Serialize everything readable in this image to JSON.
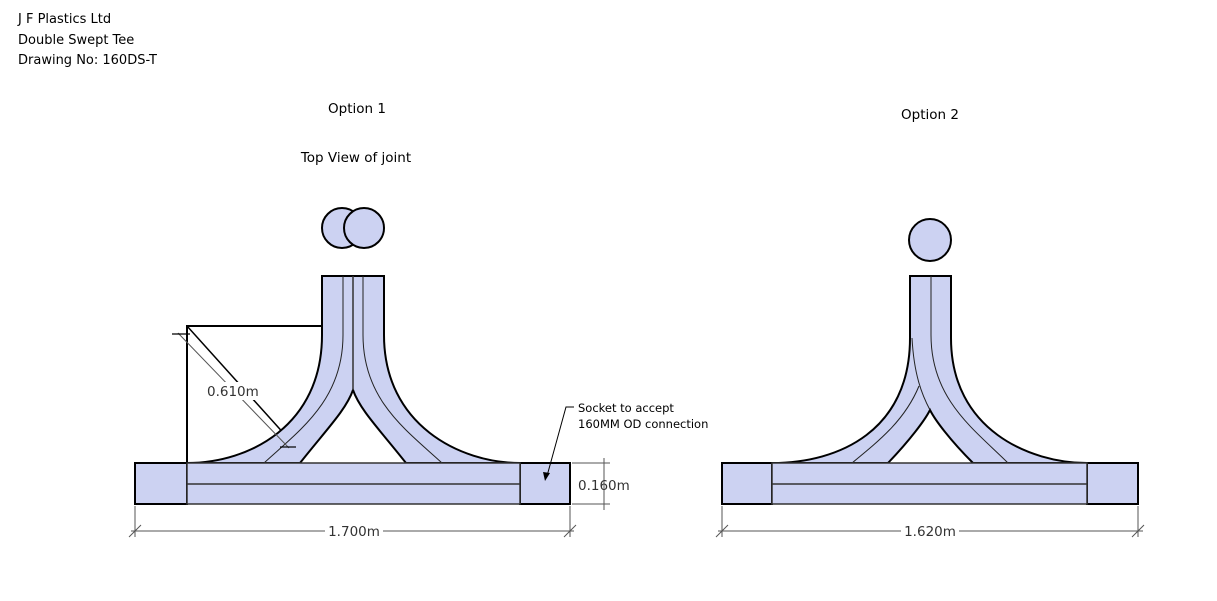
{
  "header": {
    "company": "J F Plastics Ltd",
    "product": "Double Swept Tee",
    "drawing_no": "Drawing No: 160DS-T"
  },
  "option1": {
    "title": "Option 1",
    "subtitle": "Top View of joint",
    "radius_dim": "0.610m",
    "length_dim": "1.700m",
    "height_dim": "0.160m",
    "socket_note_line1": "Socket to accept",
    "socket_note_line2": "160MM OD connection"
  },
  "option2": {
    "title": "Option 2",
    "length_dim": "1.620m"
  },
  "colors": {
    "pipe_fill": "#ccd2f2",
    "outline": "#000000"
  }
}
